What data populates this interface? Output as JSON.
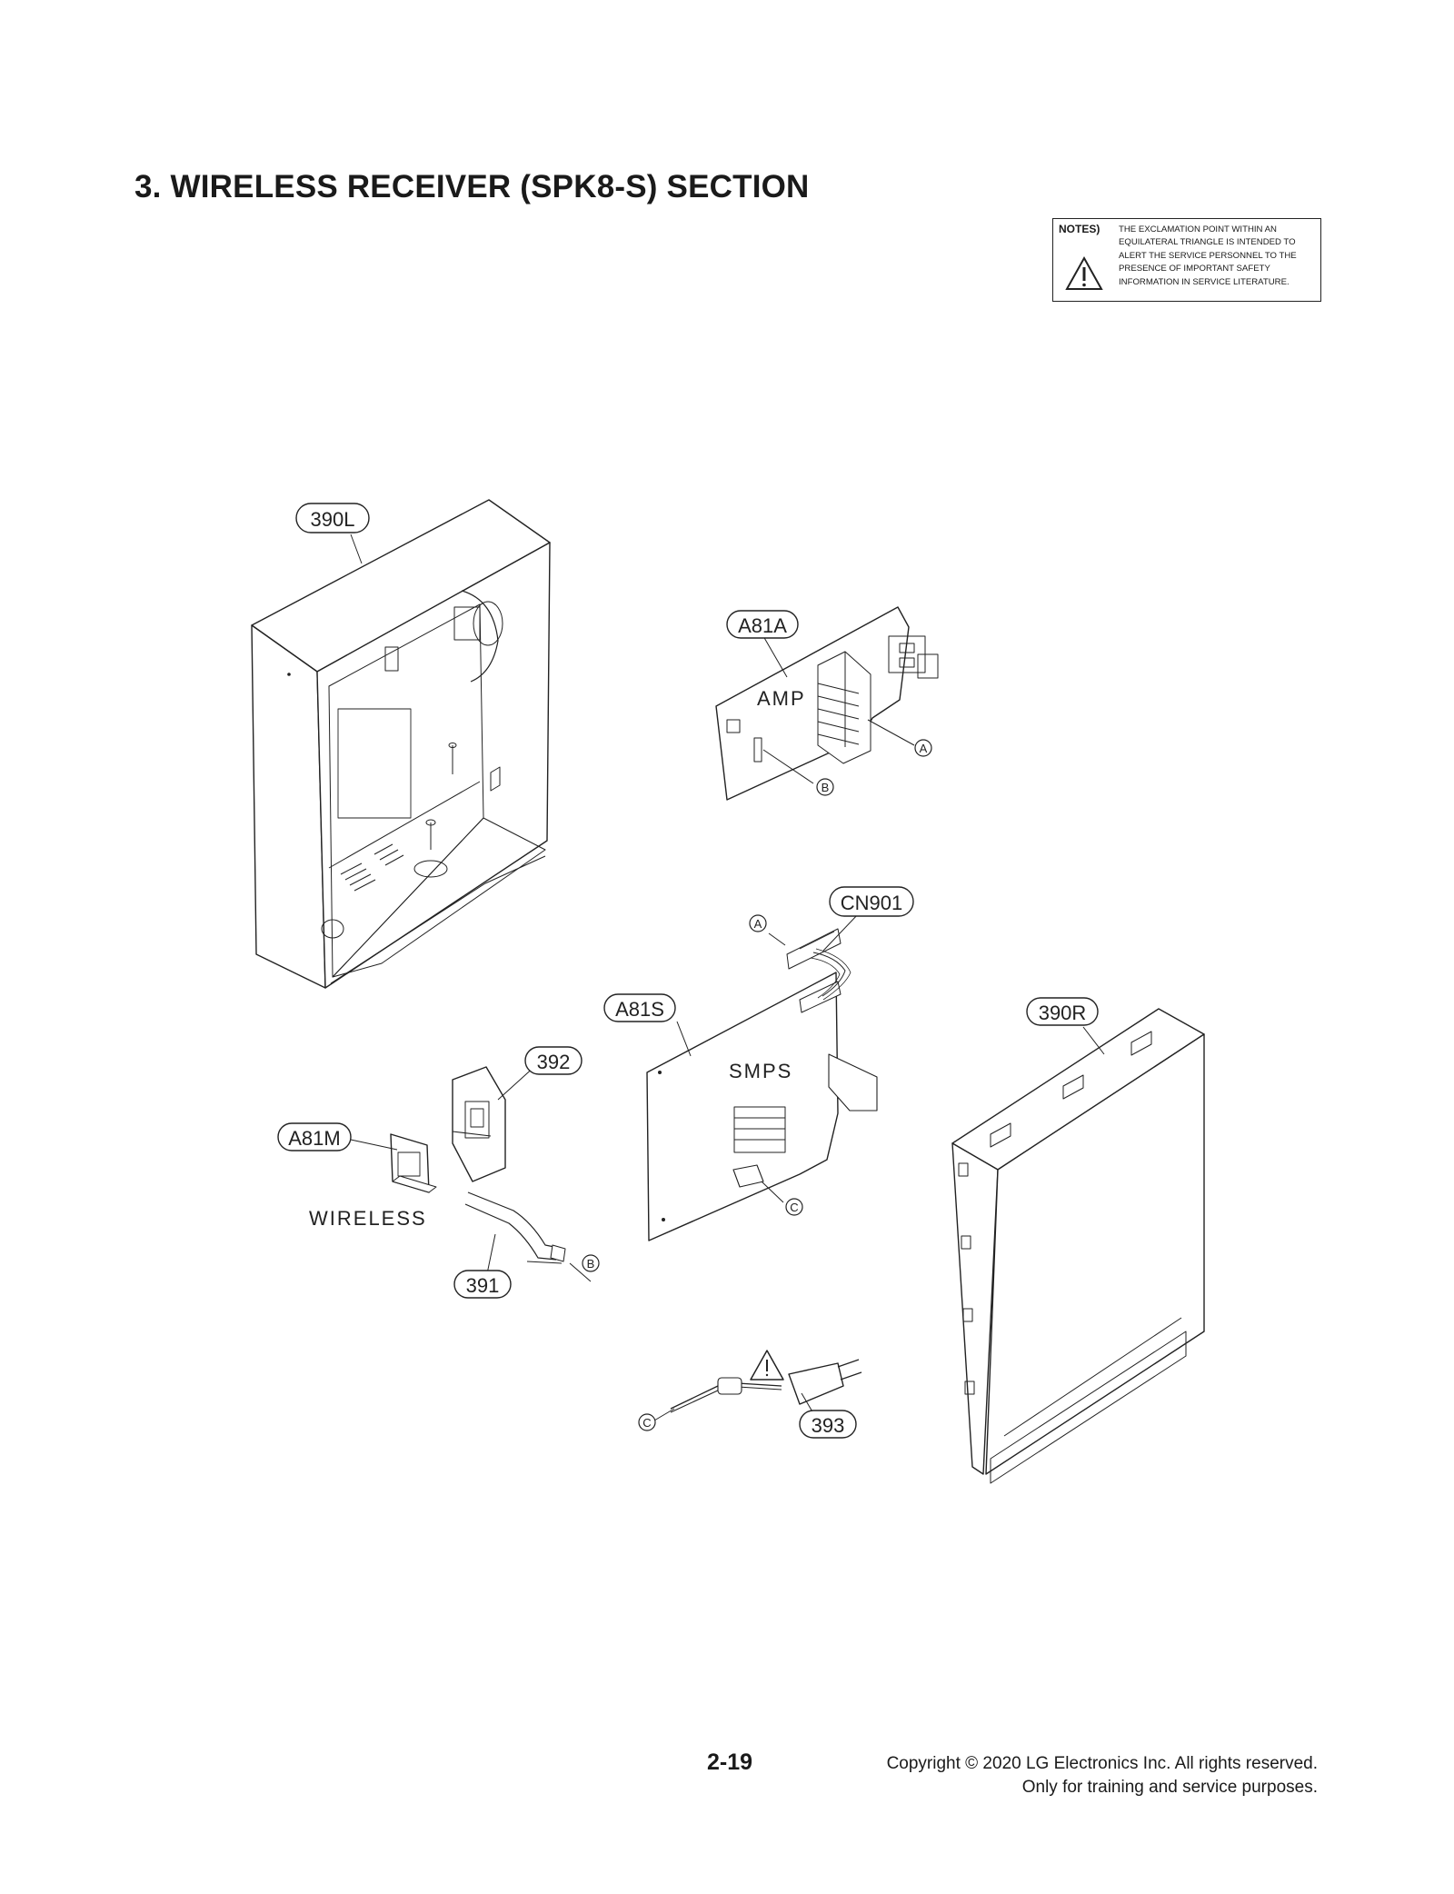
{
  "page": {
    "title": "3. WIRELESS RECEIVER (SPK8-S) SECTION",
    "page_number": "2-19",
    "copyright_line1": "Copyright © 2020 LG Electronics Inc. All rights reserved.",
    "copyright_line2": "Only for training and service purposes."
  },
  "notes": {
    "heading": "NOTES)",
    "text": "THE EXCLAMATION POINT WITHIN AN EQUILATERAL TRIANGLE IS INTENDED TO ALERT THE SERVICE PERSONNEL TO THE PRESENCE OF IMPORTANT SAFETY INFORMATION IN SERVICE LITERATURE."
  },
  "callouts": {
    "p390L": "390L",
    "a81a": "A81A",
    "cn901": "CN901",
    "a81s": "A81S",
    "p390R": "390R",
    "p392": "392",
    "a81m": "A81M",
    "p391": "391",
    "p393": "393"
  },
  "board_labels": {
    "amp": "AMP",
    "smps": "SMPS",
    "wireless": "WIRELESS"
  },
  "connector_marks": {
    "a": "A",
    "b": "B",
    "c": "C"
  }
}
